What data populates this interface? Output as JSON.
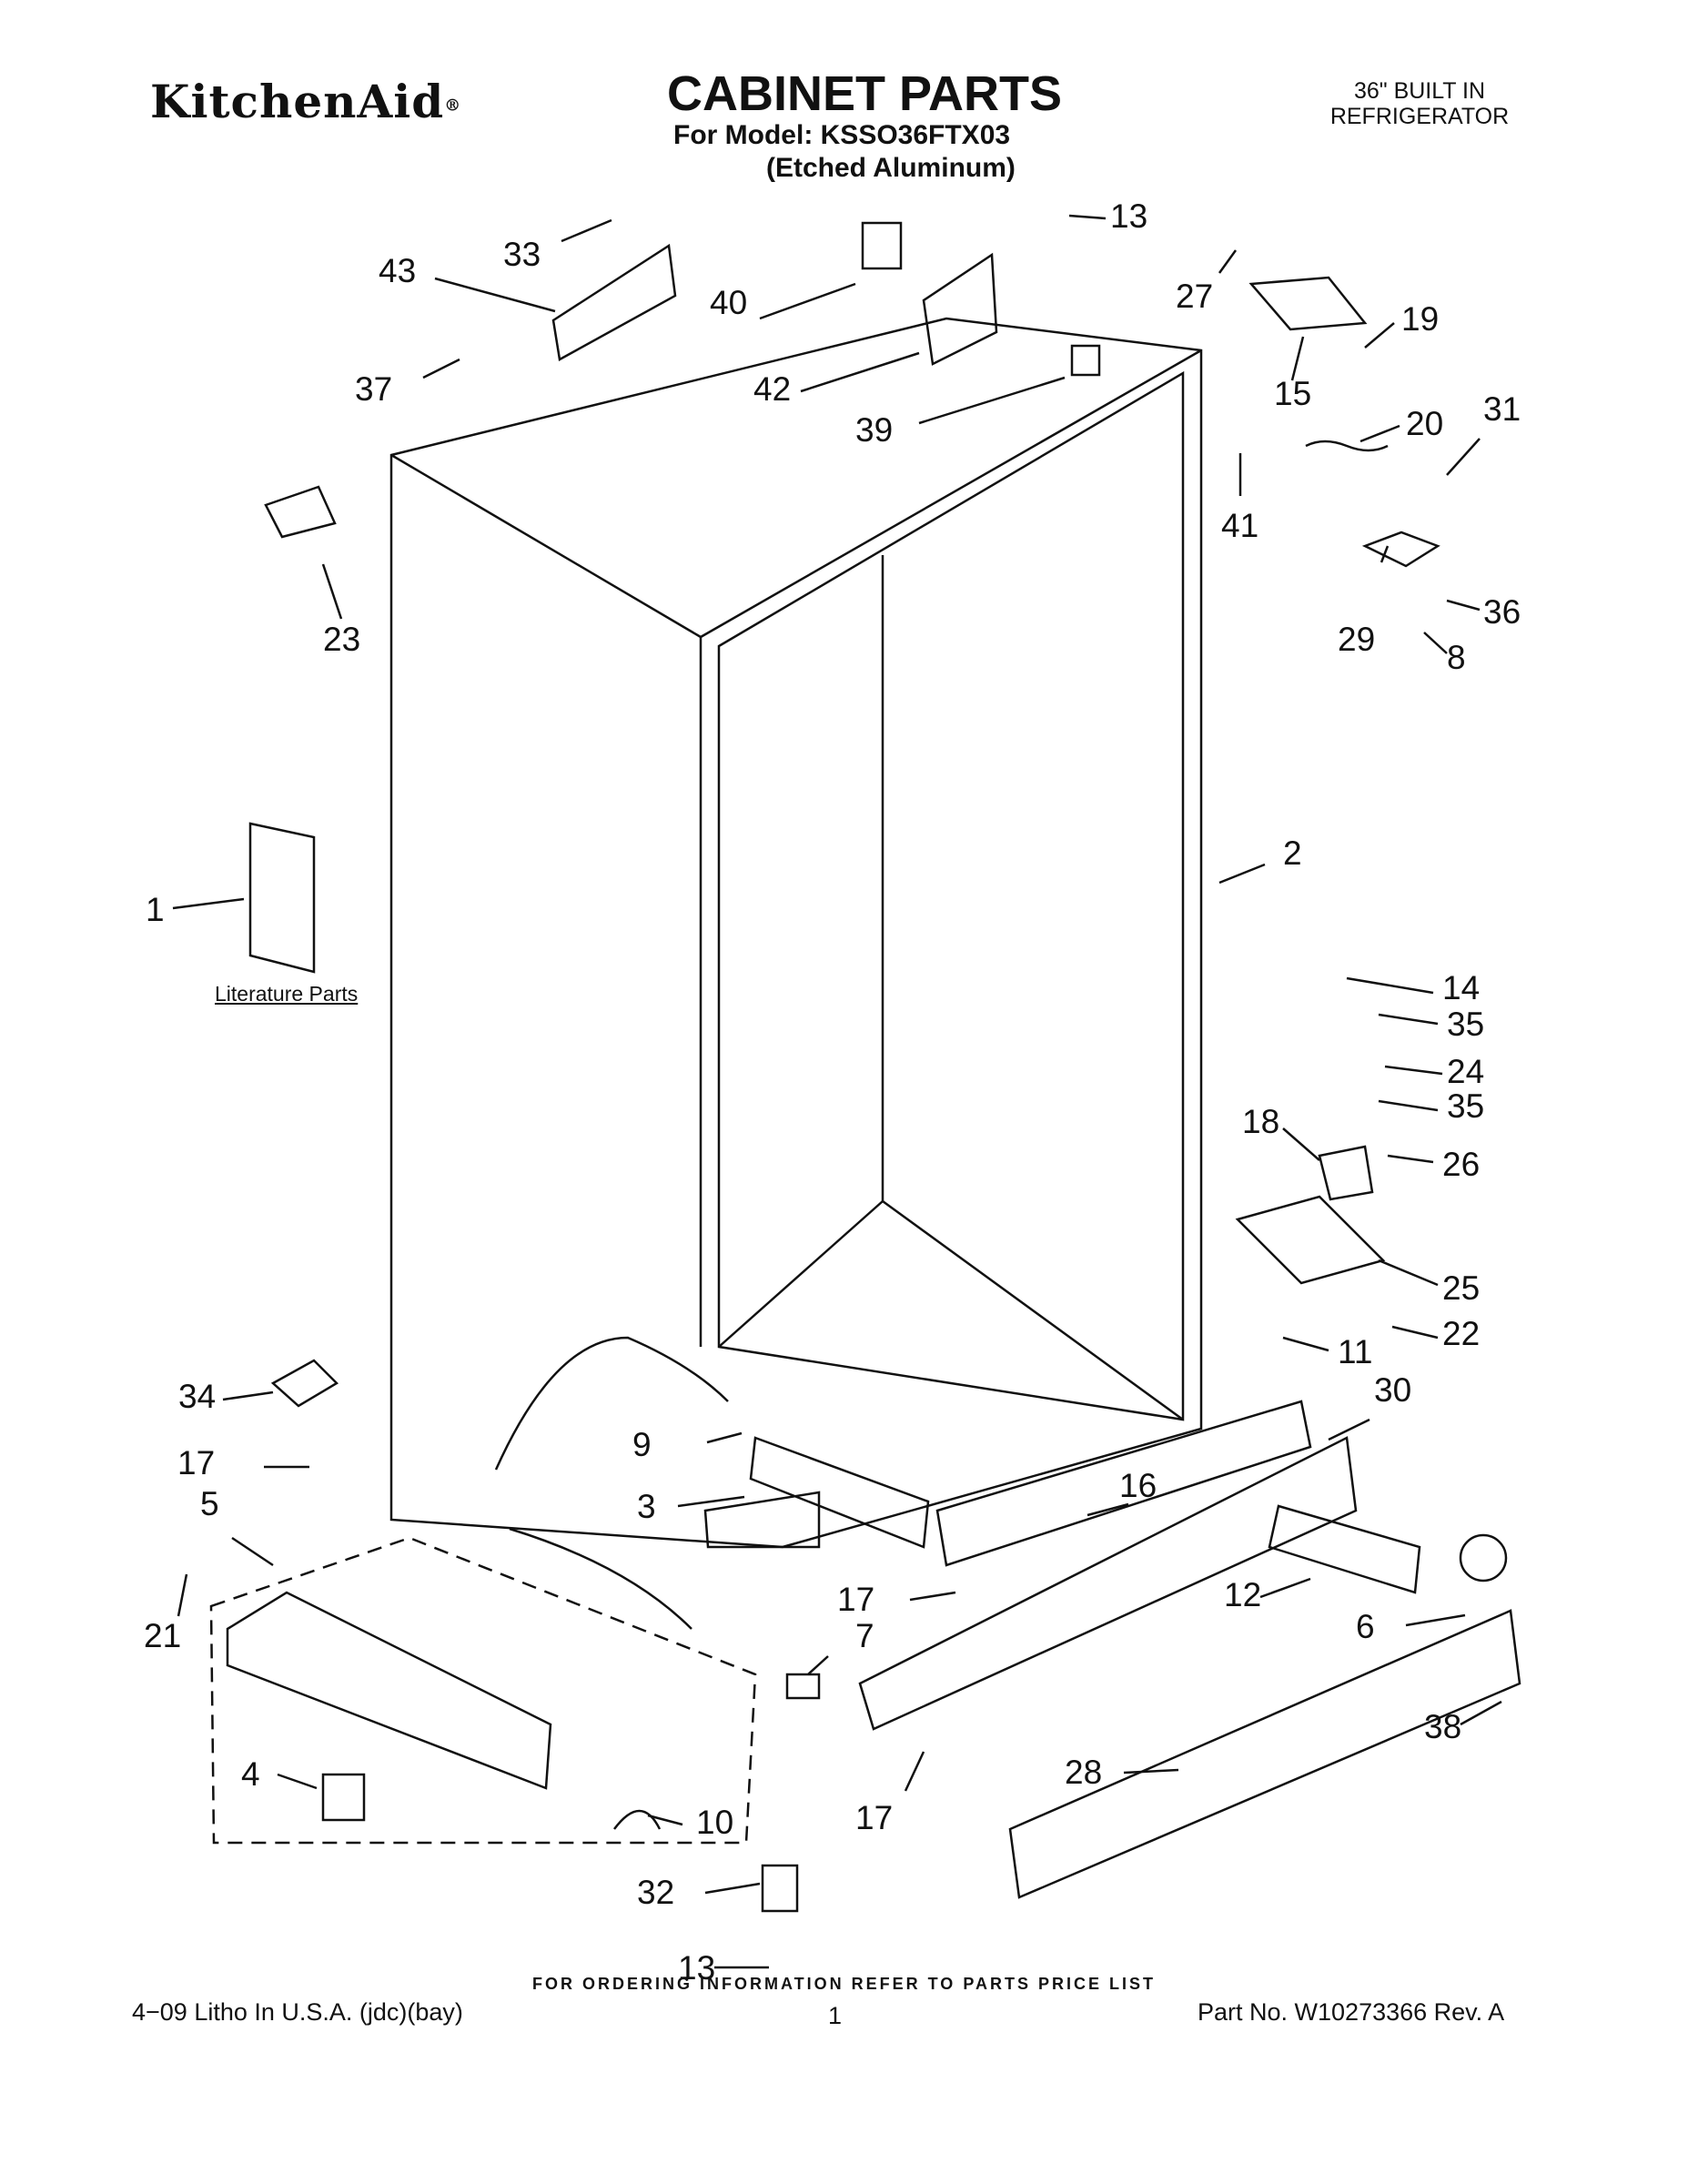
{
  "header": {
    "brand": "KitchenAid",
    "brand_mark": "®",
    "title": "CABINET PARTS",
    "model_line": "For Model: KSSO36FTX03",
    "variant_line": "(Etched Aluminum)",
    "product_line1": "36\" BUILT IN",
    "product_line2": "REFRIGERATOR"
  },
  "literature_label": "Literature Parts",
  "callouts": [
    "1",
    "2",
    "3",
    "4",
    "5",
    "6",
    "7",
    "8",
    "9",
    "10",
    "11",
    "12",
    "13",
    "13",
    "14",
    "15",
    "16",
    "17",
    "17",
    "17",
    "18",
    "19",
    "20",
    "21",
    "22",
    "23",
    "24",
    "25",
    "26",
    "27",
    "28",
    "29",
    "30",
    "31",
    "32",
    "33",
    "34",
    "35",
    "35",
    "36",
    "37",
    "38",
    "39",
    "40",
    "41",
    "42",
    "43"
  ],
  "footer": {
    "ordering_note": "FOR ORDERING INFORMATION REFER TO PARTS PRICE LIST",
    "litho": "4−09 Litho In U.S.A. (jdc)(bay)",
    "page": "1",
    "part_no": "Part No. W10273366 Rev. A"
  }
}
